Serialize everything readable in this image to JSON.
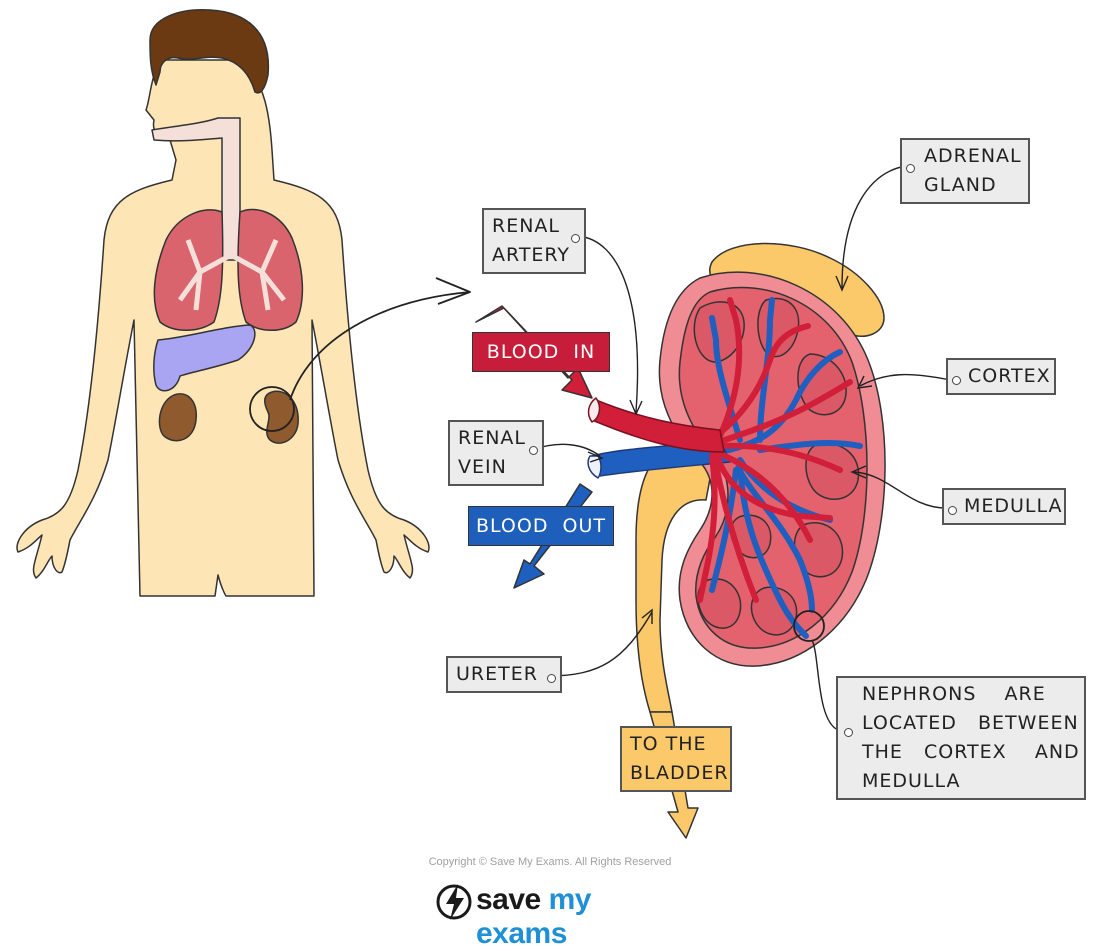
{
  "labels": {
    "adrenal_gland": [
      "ADRENAL",
      "GLAND"
    ],
    "renal_artery": [
      "RENAL",
      "ARTERY"
    ],
    "renal_vein": [
      "RENAL",
      "VEIN"
    ],
    "cortex": "CORTEX",
    "medulla": "MEDULLA",
    "ureter": "URETER",
    "to_bladder": [
      "TO  THE",
      "BLADDER"
    ],
    "nephrons": [
      "NEPHRONS    ARE",
      "LOCATED   BETWEEN",
      "THE   CORTEX    AND",
      "MEDULLA"
    ]
  },
  "banners": {
    "blood_in": "BLOOD  IN",
    "blood_out": "BLOOD  OUT"
  },
  "footer": {
    "copyright": "Copyright © Save My Exams. All Rights Reserved",
    "logo_word1": "save",
    "logo_word2": "my exams"
  },
  "colors": {
    "skin": "#fde5b5",
    "hair": "#6b3a12",
    "lung": "#d9646e",
    "liver": "#a9a5f2",
    "kidney_small": "#8f5a2e",
    "kidney_cortex": "#f08c93",
    "kidney_inner": "#e4616e",
    "artery": "#d11f3a",
    "vein": "#1f5fbf",
    "ureter": "#fbc86a",
    "blood_in_banner": "#c81d3a",
    "blood_out_banner": "#1d5fba",
    "brand": "#1f8fd6"
  }
}
